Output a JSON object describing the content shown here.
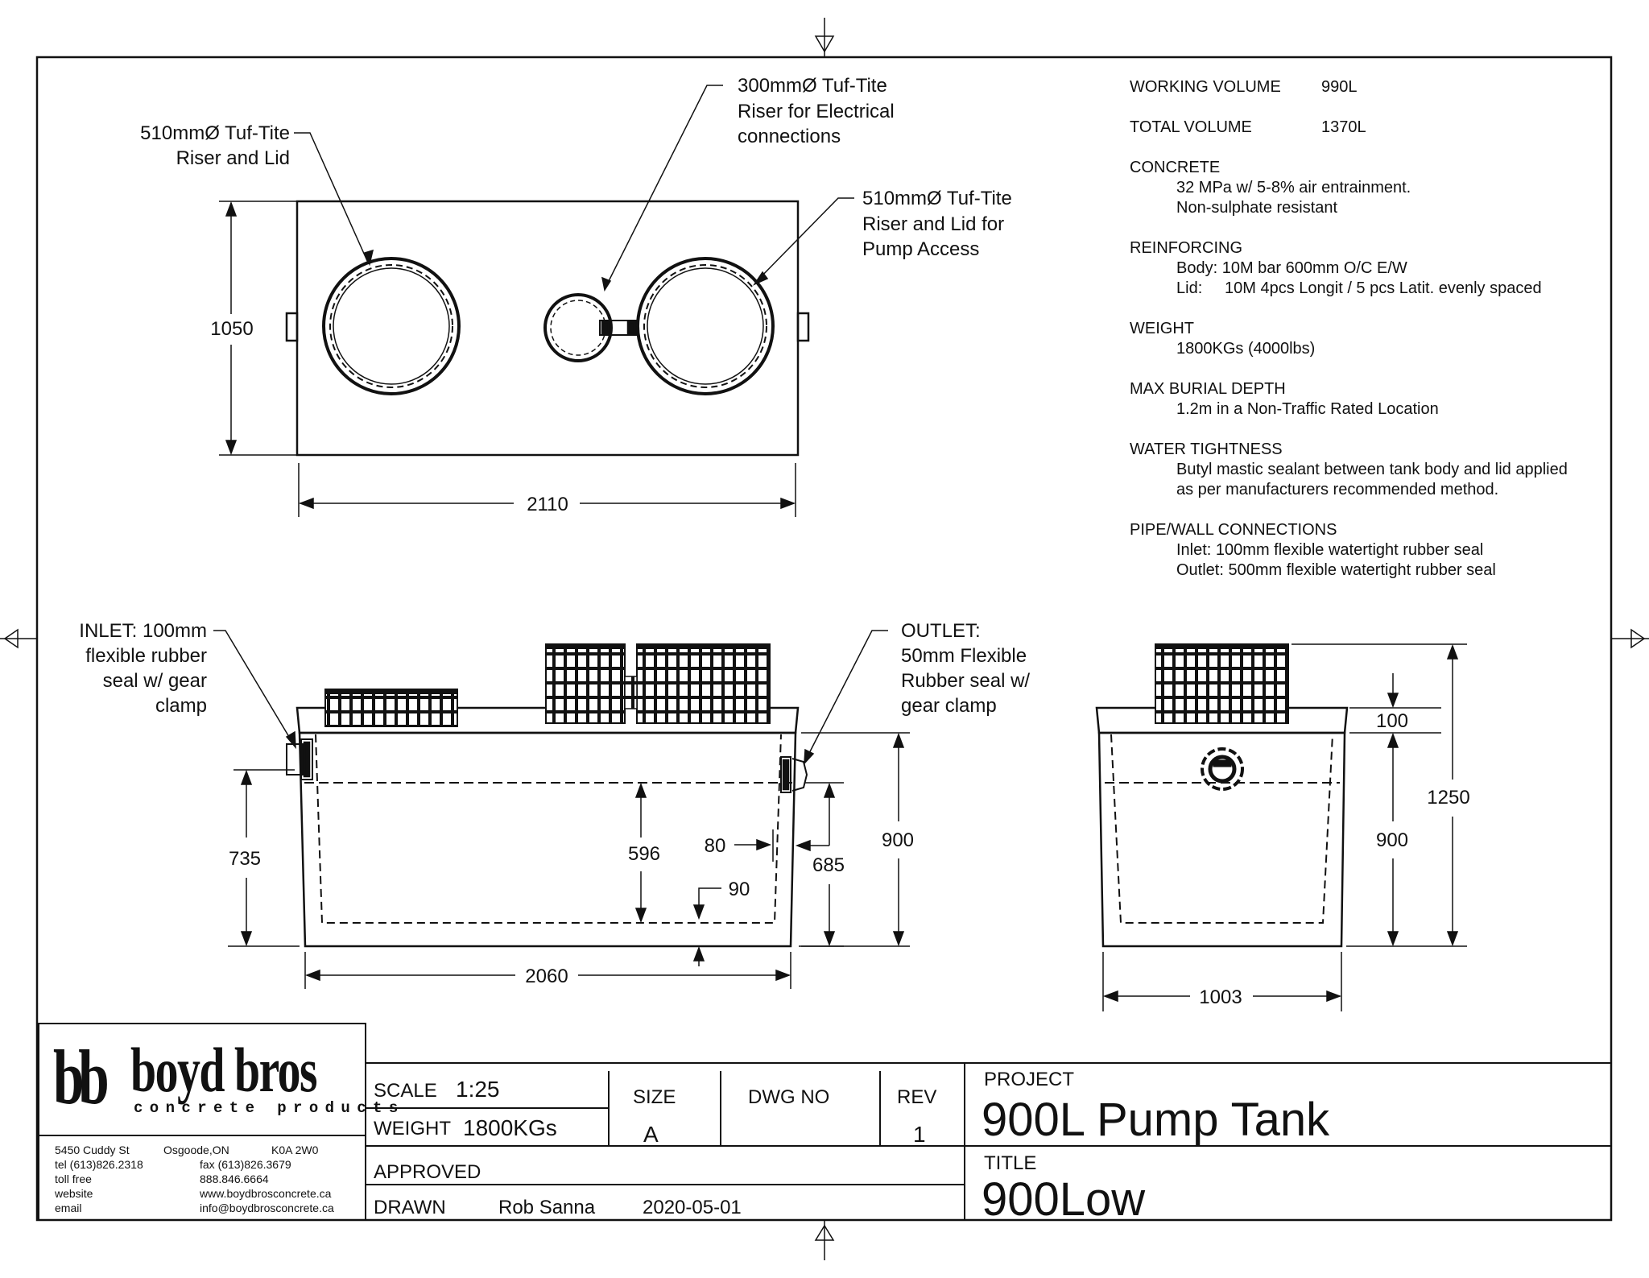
{
  "callouts": {
    "riser_left": [
      "510mmØ Tuf-Tite",
      "Riser and Lid"
    ],
    "riser_elec": [
      "300mmØ Tuf-Tite",
      "Riser for Electrical",
      "connections"
    ],
    "riser_pump": [
      "510mmØ Tuf-Tite",
      "Riser and Lid for",
      "Pump Access"
    ],
    "inlet": [
      "INLET: 100mm",
      "flexible rubber",
      "seal w/ gear",
      "clamp"
    ],
    "outlet": [
      "OUTLET:",
      "50mm Flexible",
      "Rubber seal w/",
      "gear clamp"
    ]
  },
  "dimensions": {
    "plan_width": "2110",
    "plan_height": "1050",
    "side_length": "2060",
    "inlet_height": "735",
    "water_depth": "596",
    "wall_80": "80",
    "floor_90": "90",
    "outlet_height": "685",
    "side_height": "900",
    "end_width": "1003",
    "end_top": "100",
    "end_height": "900",
    "end_total": "1250"
  },
  "specs": {
    "working_volume_label": "WORKING VOLUME",
    "working_volume": "990L",
    "total_volume_label": "TOTAL VOLUME",
    "total_volume": "1370L",
    "concrete_label": "CONCRETE",
    "concrete_1": "32 MPa w/ 5-8% air entrainment.",
    "concrete_2": "Non-sulphate resistant",
    "reinforcing_label": "REINFORCING",
    "reinforcing_body": "Body: 10M bar 600mm O/C E/W",
    "reinforcing_lid_label": "Lid:",
    "reinforcing_lid": "10M 4pcs Longit / 5 pcs Latit. evenly spaced",
    "weight_label": "WEIGHT",
    "weight": "1800KGs (4000lbs)",
    "burial_label": "MAX BURIAL DEPTH",
    "burial": "1.2m  in a Non-Traffic Rated Location",
    "water_label": "WATER TIGHTNESS",
    "water_1": "Butyl mastic sealant between tank body and lid applied",
    "water_2": "as per manufacturers recommended method.",
    "pipe_label": "PIPE/WALL CONNECTIONS",
    "pipe_inlet": "Inlet: 100mm flexible watertight rubber seal",
    "pipe_outlet": "Outlet: 500mm flexible watertight rubber seal"
  },
  "company": {
    "logo_mark": "bb",
    "logo_name": "boyd bros",
    "logo_sub": "concrete products",
    "address": "5450 Cuddy St",
    "city": "Osgoode,ON",
    "postal": "K0A 2W0",
    "tel": "tel (613)826.2318",
    "fax": "fax (613)826.3679",
    "tollfree_label": "toll free",
    "tollfree": "888.846.6664",
    "website_label": "website",
    "website": "www.boydbrosconcrete.ca",
    "email_label": "email",
    "email": "info@boydbrosconcrete.ca"
  },
  "title_block": {
    "scale_label": "SCALE",
    "scale": "1:25",
    "weight_label": "WEIGHT",
    "weight": "1800KGs",
    "size_label": "SIZE",
    "size": "A",
    "dwg_label": "DWG NO",
    "dwg": "",
    "rev_label": "REV",
    "rev": "1",
    "approved_label": "APPROVED",
    "drawn_label": "DRAWN",
    "drawn_by": "Rob Sanna",
    "drawn_date": "2020-05-01",
    "project_label": "PROJECT",
    "project": "900L Pump Tank",
    "title_label": "TITLE",
    "title": "900Low"
  }
}
